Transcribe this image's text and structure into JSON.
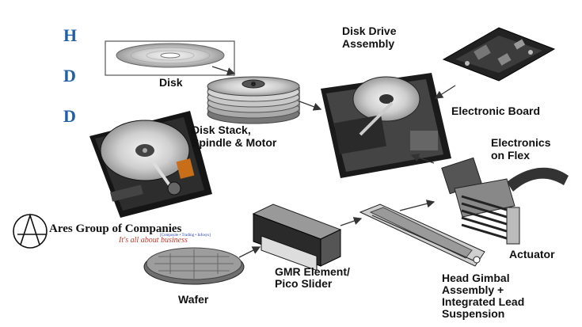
{
  "side_letters": [
    "H",
    "D",
    "D"
  ],
  "labels": {
    "disk": "Disk",
    "disk_stack_1": "Disk Stack,",
    "disk_stack_2": "Spindle & Motor",
    "drive_assembly_1": "Disk Drive",
    "drive_assembly_2": "Assembly",
    "electronic_board": "Electronic Board",
    "electronics_flex_1": "Electronics",
    "electronics_flex_2": "on Flex",
    "actuator": "Actuator",
    "hga_1": "Head Gimbal",
    "hga_2": "Assembly +",
    "hga_3": "Integrated Lead",
    "hga_4": "Suspension",
    "gmr_1": "GMR Element/",
    "gmr_2": "Pico Slider",
    "wafer": "Wafer"
  },
  "logo": {
    "name": "Ares Group of Companies",
    "subline": "[Composite • Trading • Infosys]",
    "tagline": "It's all about business",
    "colors": {
      "name": "#111111",
      "tagline": "#c0392b",
      "subline": "#1f3fa8"
    }
  },
  "colors": {
    "letters": "#1f5fa8",
    "text": "#111111",
    "arrow": "#333333"
  }
}
